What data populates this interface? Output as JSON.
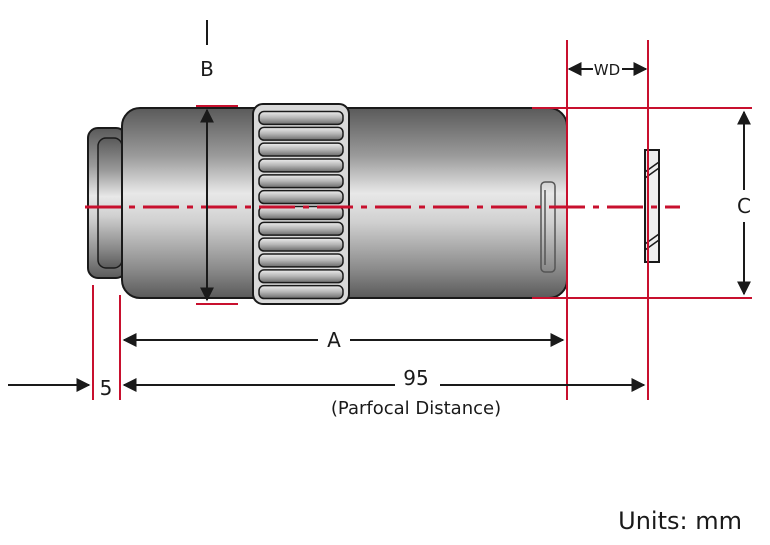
{
  "labels": {
    "b": "B",
    "wd": "WD",
    "c": "C",
    "a": "A",
    "five": "5",
    "ninety_five": "95",
    "parfocal": "(Parfocal Distance)",
    "units": "Units: mm"
  },
  "colors": {
    "accent": "#c8102e",
    "ink": "#1a1a1a",
    "metal_dark": "#5a5a5a",
    "metal_light": "#e8e8e8"
  },
  "icons": [
    "objective-lens-body",
    "focus-ring",
    "arrowhead"
  ]
}
